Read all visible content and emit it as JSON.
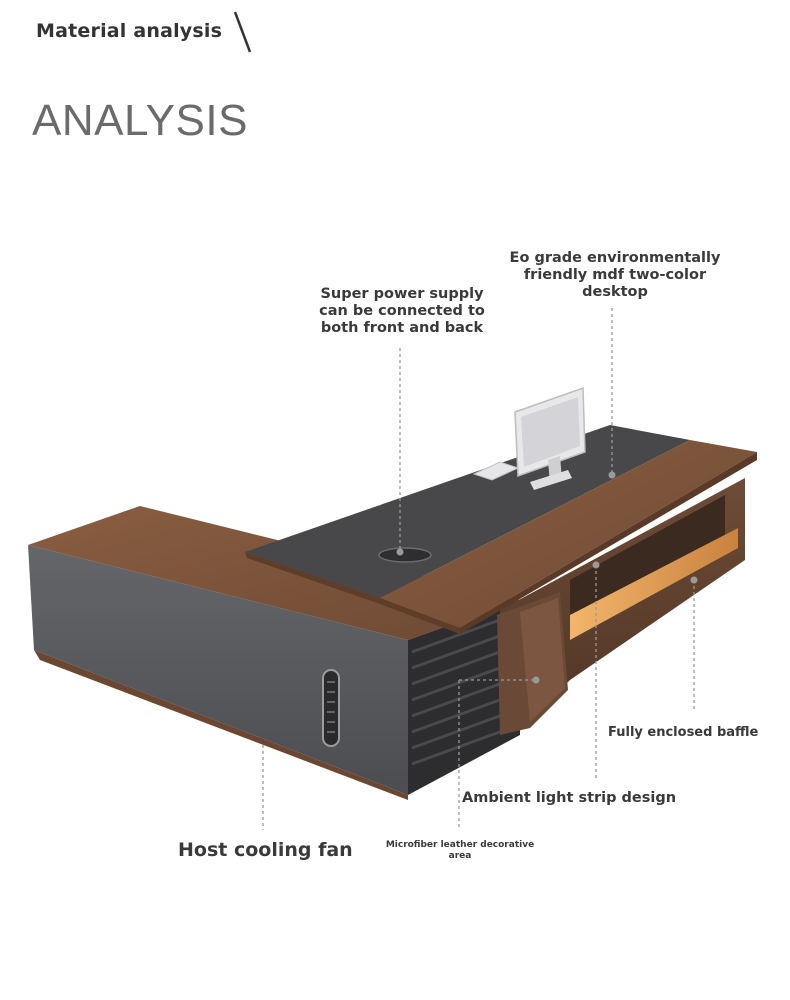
{
  "header": {
    "title": "Material analysis"
  },
  "section": {
    "title": "ANALYSIS"
  },
  "callouts": {
    "power_supply": "Super power supply\ncan be connected to\nboth front and back",
    "desktop": "Eo grade environmentally\nfriendly mdf two-color\ndesktop",
    "baffle": "Fully enclosed baffle",
    "light_strip": "Ambient light strip design",
    "cooling_fan": "Host cooling fan",
    "leather": "Microfiber leather decorative\narea"
  },
  "colors": {
    "wood": "#7a5238",
    "wood_dark": "#5e3d29",
    "leather_top": "#4a4a4c",
    "gray_panel": "#5a5b5e",
    "light_glow": "#e8a45a",
    "callout_line": "#9a9a9a"
  }
}
